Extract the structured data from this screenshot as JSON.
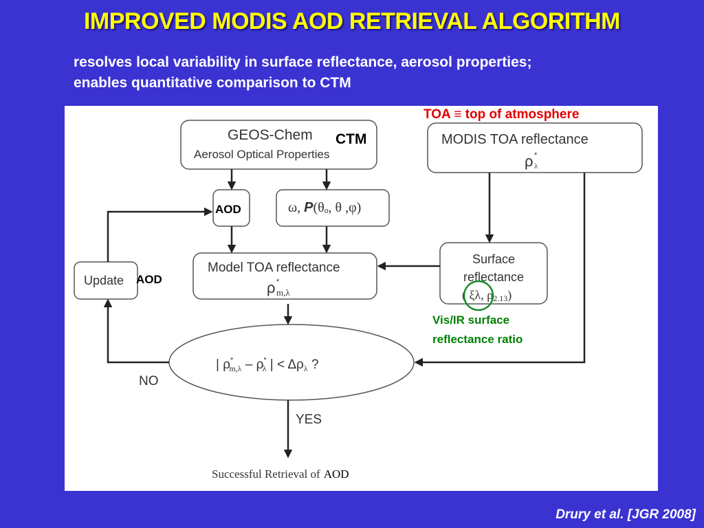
{
  "slide": {
    "title": "IMPROVED MODIS AOD RETRIEVAL ALGORITHM",
    "subtitle_line1": "resolves local variability in surface reflectance, aerosol properties;",
    "subtitle_line2": "enables quantitative comparison to CTM",
    "citation": "Drury et al. [JGR 2008]"
  },
  "colors": {
    "background": "#3b32d2",
    "title": "#ffff00",
    "toa_note": "#e00000",
    "green_note": "#008000"
  },
  "diagram": {
    "toa_note": "TOA ≡ top of atmosphere",
    "geos_chem_line1": "GEOS-Chem",
    "geos_chem_line2": "Aerosol Optical Properties",
    "ctm_label": "CTM",
    "modis_line1": "MODIS TOA  reflectance",
    "modis_symbol": "ρ",
    "aod_box": "AOD",
    "omega_prefix": "ω, ",
    "phase_p": "P",
    "phase_args": "(θₒ, θ ,φ)",
    "model_line1": "Model TOA  reflectance",
    "model_symbol": "ρ",
    "model_sub": "m,λ",
    "surface_line1": "Surface",
    "surface_line2": "reflectance",
    "surface_xi": "( ξλ, ρ",
    "surface_sub": "2.13",
    "surface_close": ")",
    "update_label": "Update",
    "update_aod": "AOD",
    "vis_ir_line1": "Vis/IR surface",
    "vis_ir_line2": "reflectance ratio",
    "compare_expr_left": "| ρ",
    "compare_sub_m": "m,λ",
    "compare_mid": "  –  ρ",
    "compare_sub_l": "λ",
    "compare_right": " | < Δρ",
    "compare_sub_d": "λ",
    "compare_q": "  ?",
    "no_label": "NO",
    "yes_label": "YES",
    "success_text": "Successful Retrieval of",
    "success_aod": "AOD"
  }
}
